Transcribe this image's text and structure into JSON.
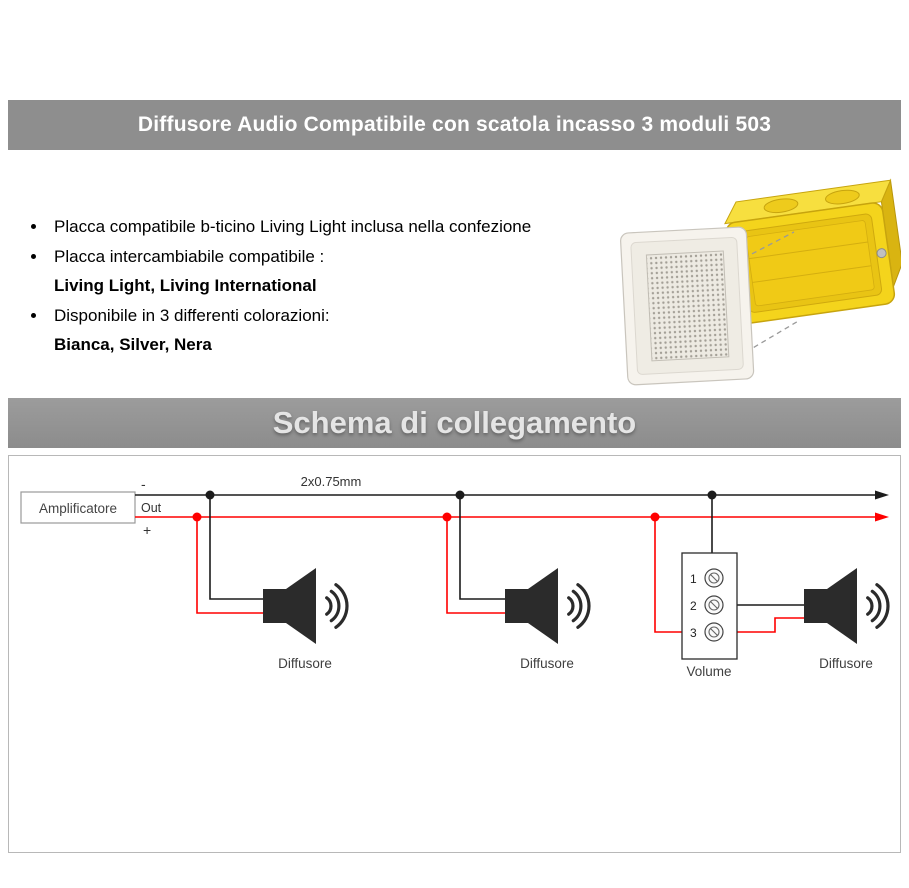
{
  "colors": {
    "header_bar_gray": "#8e8e8e",
    "header_text": "#ffffff",
    "schema_title_text": "#e5e5e5",
    "wire_black": "#1c1c1c",
    "wire_red": "#ff0000",
    "box_yellow": "#f4d41c",
    "diagram_border": "#b8b8b8"
  },
  "header": {
    "title": "Diffusore Audio Compatibile con scatola incasso 3 moduli 503"
  },
  "features": {
    "items": [
      {
        "text": "Placca compatibile b-ticino Living Light inclusa nella confezione",
        "bold": ""
      },
      {
        "text": "Placca intercambiabile compatibile :",
        "bold": "Living Light, Living International"
      },
      {
        "text": "Disponibile in 3 differenti colorazioni:",
        "bold": "Bianca, Silver, Nera"
      }
    ]
  },
  "schema": {
    "title": "Schema di collegamento",
    "amplifier_label": "Amplificatore",
    "out_label": "Out",
    "minus_label": "-",
    "plus_label": "+",
    "cable_label": "2x0.75mm",
    "speakers": [
      "Diffusore",
      "Diffusore",
      "Diffusore"
    ],
    "volume_label": "Volume",
    "terminals": [
      "1",
      "2",
      "3"
    ]
  }
}
